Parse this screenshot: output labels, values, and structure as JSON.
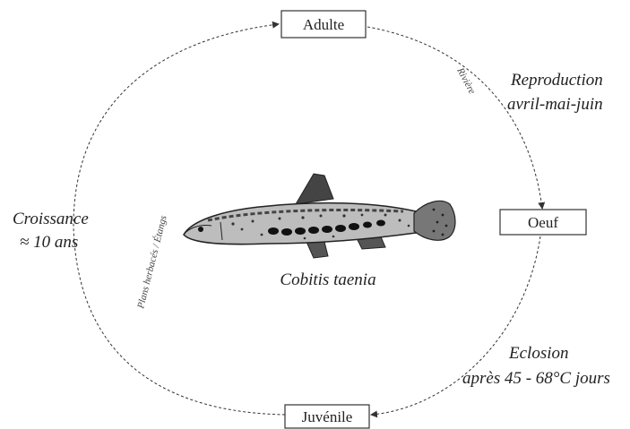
{
  "stages": {
    "adult": "Adulte",
    "egg": "Oeuf",
    "juvenile": "Juvénile"
  },
  "annotations": {
    "reproduction_line1": "Reproduction",
    "reproduction_line2": "avril-mai-juin",
    "hatching_line1": "Eclosion",
    "hatching_line2": "après 45 - 68°C jours",
    "growth_line1": "Croissance",
    "growth_line2": "≈ 10 ans"
  },
  "species": "Cobitis taenia",
  "arc_labels": {
    "top_right": "Rivière",
    "left": "Plans herbacés / Étangs"
  },
  "colors": {
    "line": "#333333",
    "text": "#222222"
  }
}
